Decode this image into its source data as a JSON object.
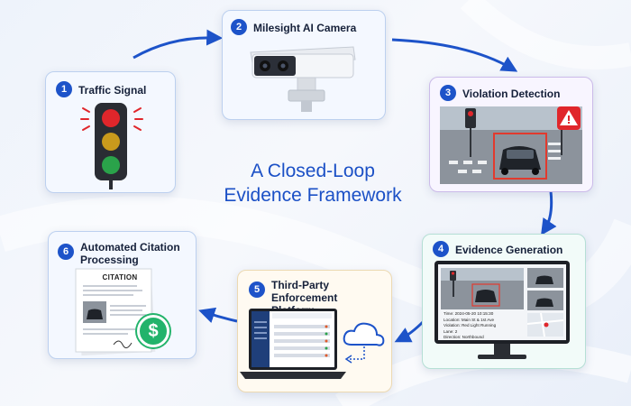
{
  "headline": {
    "line1": "A Closed-Loop",
    "line2": "Evidence Framework"
  },
  "steps": [
    {
      "number": "1",
      "title": "Traffic Signal"
    },
    {
      "number": "2",
      "title": "Milesight AI Camera"
    },
    {
      "number": "3",
      "title": "Violation Detection"
    },
    {
      "number": "4",
      "title": "Evidence Generation"
    },
    {
      "number": "5",
      "title": "Third-Party Enforcement Platform"
    },
    {
      "number": "6",
      "title": "Automated Citation Processing"
    }
  ],
  "evidence": {
    "time": "Time: 2024-05-20 10:15:30",
    "location": "Location: Main St & 1st Ave",
    "violation": "Violation: Red Light Running",
    "lane": "Lane: 2",
    "direction": "Direction: Northbound"
  },
  "citation": {
    "heading": "CITATION",
    "currency_symbol": "$"
  },
  "colors": {
    "accent": "#1d53c9",
    "red_light": "#e0262b",
    "yellow_light": "#d4a21a",
    "green_light": "#2aa34a",
    "violation_box": "#e23a2e",
    "payment_green": "#22b36b"
  },
  "icons": [
    "traffic-light-icon",
    "ai-camera-icon",
    "warning-icon",
    "monitor-icon",
    "laptop-icon",
    "cloud-icon",
    "citation-document-icon",
    "dollar-coin-icon"
  ]
}
